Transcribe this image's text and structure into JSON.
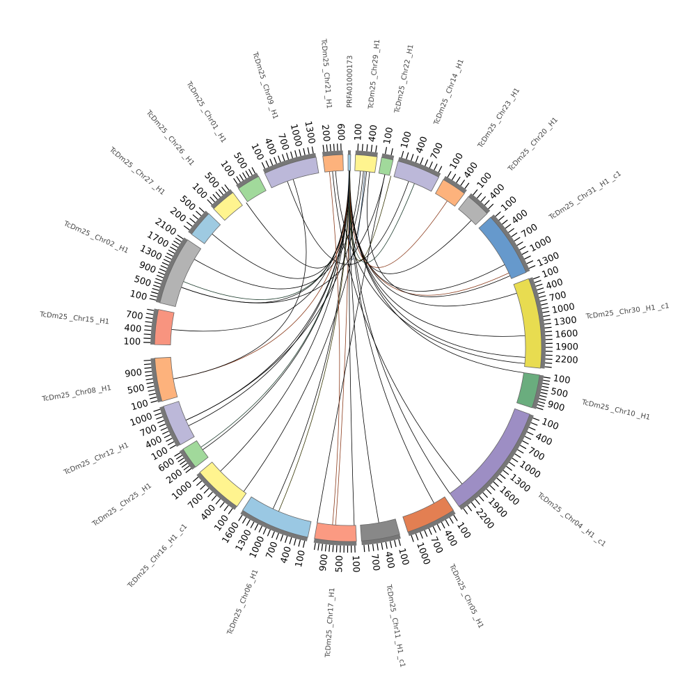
{
  "diagram": {
    "type": "circos",
    "sectors": [
      {
        "name": "PRFA01000173",
        "start": 0,
        "end": 0.8,
        "color": "#9ecae1",
        "tick_max": 0
      },
      {
        "name": "TcDm25 _Chr29 _H1",
        "start": 2.2,
        "end": 8.7,
        "color": "#fff48f",
        "tick_max": 500
      },
      {
        "name": "TcDm25 _Chr22 _H1",
        "start": 10,
        "end": 13.5,
        "color": "#a1d99b",
        "tick_max": 200
      },
      {
        "name": "TcDm25 _Chr14 _H1",
        "start": 15,
        "end": 28,
        "color": "#bcb8d9",
        "tick_max": 900
      },
      {
        "name": "TcDm25 _Chr23 _H1",
        "start": 29.5,
        "end": 37,
        "color": "#fdb27c",
        "tick_max": 500
      },
      {
        "name": "TcDm25 _Chr20 _H1",
        "start": 38.5,
        "end": 46,
        "color": "#b3b3b3",
        "tick_max": 500
      },
      {
        "name": "TcDm25 _Chr31 _H1 _c1",
        "start": 47.5,
        "end": 67,
        "color": "#6699cc",
        "tick_max": 1300
      },
      {
        "name": "TcDm25 _Chr30 _H1 _c1",
        "start": 69,
        "end": 96,
        "color": "#e8dc50",
        "tick_max": 2400
      },
      {
        "name": "TcDm25 _Chr10 _H1",
        "start": 98,
        "end": 108,
        "color": "#6aad7e",
        "tick_max": 1100
      },
      {
        "name": "TcDm25 _Chr04 _H1 _c1",
        "start": 110,
        "end": 145,
        "color": "#9d8ec4",
        "tick_max": 2400
      },
      {
        "name": "TcDm25 _Chr05 _H1",
        "start": 147,
        "end": 162,
        "color": "#e37f52",
        "tick_max": 1100
      },
      {
        "name": "TcDm25 _Chr11 _H1 _c1",
        "start": 164.5,
        "end": 176,
        "color": "#888888",
        "tick_max": 900
      },
      {
        "name": "TcDm25 _Chr17 _H1",
        "start": 177.5,
        "end": 190,
        "color": "#fb9a82",
        "tick_max": 1200
      },
      {
        "name": "TcDm25 _Chr06 _H1",
        "start": 192,
        "end": 213,
        "color": "#9ac8e3",
        "tick_max": 1600
      },
      {
        "name": "TcDm25 _Chr16 _H1 _c1",
        "start": 215,
        "end": 230,
        "color": "#fff48f",
        "tick_max": 1000
      },
      {
        "name": "TcDm25 _Chr25 _H1",
        "start": 232,
        "end": 238.5,
        "color": "#a1d99b",
        "tick_max": 700
      },
      {
        "name": "TcDm25 _Chr12 _H1",
        "start": 240,
        "end": 252.5,
        "color": "#bcb8d9",
        "tick_max": 1100
      },
      {
        "name": "TcDm25 _Chr08 _H1",
        "start": 254,
        "end": 267,
        "color": "#fdb27c",
        "tick_max": 1200
      },
      {
        "name": "TcDm25 _Chr15 _H1",
        "start": 271,
        "end": 281.5,
        "color": "#f8947f",
        "tick_max": 900
      },
      {
        "name": "TcDm25 _Chr02 _H1",
        "start": 283.5,
        "end": 304,
        "color": "#b3b3b3",
        "tick_max": 2100
      },
      {
        "name": "TcDm25 _Chr27 _H1",
        "start": 306,
        "end": 314,
        "color": "#9ecae1",
        "tick_max": 600
      },
      {
        "name": "TcDm25 _Chr26 _H1",
        "start": 316,
        "end": 323.5,
        "color": "#fff48f",
        "tick_max": 700
      },
      {
        "name": "TcDm25 _Chr01 _H1",
        "start": 325.5,
        "end": 332.5,
        "color": "#a1d99b",
        "tick_max": 700
      },
      {
        "name": "TcDm25 _Chr09 _H1",
        "start": 334.5,
        "end": 350.5,
        "color": "#bcb8d9",
        "tick_max": 1300
      },
      {
        "name": "TcDm25 _Chr21 _H1",
        "start": 352.5,
        "end": 358.5,
        "color": "#fdb27c",
        "tick_max": 600
      }
    ],
    "links": [
      {
        "from": 0.4,
        "to": 325,
        "color": "#000000"
      },
      {
        "from": 0.4,
        "to": 310,
        "color": "#000000"
      },
      {
        "from": 0.4,
        "to": 292,
        "color": "#1a3a2a"
      },
      {
        "from": 0.5,
        "to": 290,
        "color": "#000000"
      },
      {
        "from": 0.3,
        "to": 276,
        "color": "#000000"
      },
      {
        "from": 0.5,
        "to": 260,
        "color": "#8b3a1a"
      },
      {
        "from": 0.6,
        "to": 246,
        "color": "#000000"
      },
      {
        "from": 0.6,
        "to": 244,
        "color": "#000000"
      },
      {
        "from": 0.5,
        "to": 236,
        "color": "#1a3a2a"
      },
      {
        "from": 0.5,
        "to": 235,
        "color": "#000000"
      },
      {
        "from": 0.4,
        "to": 226,
        "color": "#000000"
      },
      {
        "from": 0.4,
        "to": 205,
        "color": "#000000"
      },
      {
        "from": 0.6,
        "to": 203,
        "color": "#333300"
      },
      {
        "from": 0.5,
        "to": 184,
        "color": "#8b3a1a"
      },
      {
        "from": 0.4,
        "to": 178,
        "color": "#000000"
      },
      {
        "from": 0.5,
        "to": 170,
        "color": "#000000"
      },
      {
        "from": 0.4,
        "to": 151,
        "color": "#000000"
      },
      {
        "from": 0.5,
        "to": 145,
        "color": "#000000"
      },
      {
        "from": 0.6,
        "to": 98,
        "color": "#000000"
      },
      {
        "from": 0.5,
        "to": 93,
        "color": "#000000"
      },
      {
        "from": 0.4,
        "to": 86,
        "color": "#000000"
      },
      {
        "from": 0.5,
        "to": 72,
        "color": "#000000"
      },
      {
        "from": 0.4,
        "to": 65,
        "color": "#8b3a1a"
      },
      {
        "from": 0.5,
        "to": 62,
        "color": "#000000"
      },
      {
        "from": 0.6,
        "to": 44,
        "color": "#000000"
      },
      {
        "from": 0.5,
        "to": 34,
        "color": "#8b3a1a"
      },
      {
        "from": 0.4,
        "to": 22,
        "color": "#1a3a2a"
      },
      {
        "from": 0.5,
        "to": 14,
        "color": "#333300"
      },
      {
        "from": 0.4,
        "to": 5.5,
        "color": "#2a4a6a"
      },
      {
        "from": 4,
        "to": 300,
        "color": "#000000"
      },
      {
        "from": 5,
        "to": 246,
        "color": "#000000"
      },
      {
        "from": 6,
        "to": 216,
        "color": "#000000"
      },
      {
        "from": 7,
        "to": 66,
        "color": "#000000"
      },
      {
        "from": 12,
        "to": 290,
        "color": "#000000"
      },
      {
        "from": 12,
        "to": 190,
        "color": "#000000"
      },
      {
        "from": 20,
        "to": 340,
        "color": "#000000"
      },
      {
        "from": 355,
        "to": 140,
        "color": "#000000"
      },
      {
        "from": 356,
        "to": 95,
        "color": "#000000"
      },
      {
        "from": 354,
        "to": 185,
        "color": "#8b3a1a"
      },
      {
        "from": 342,
        "to": 260,
        "color": "#000000"
      }
    ]
  }
}
